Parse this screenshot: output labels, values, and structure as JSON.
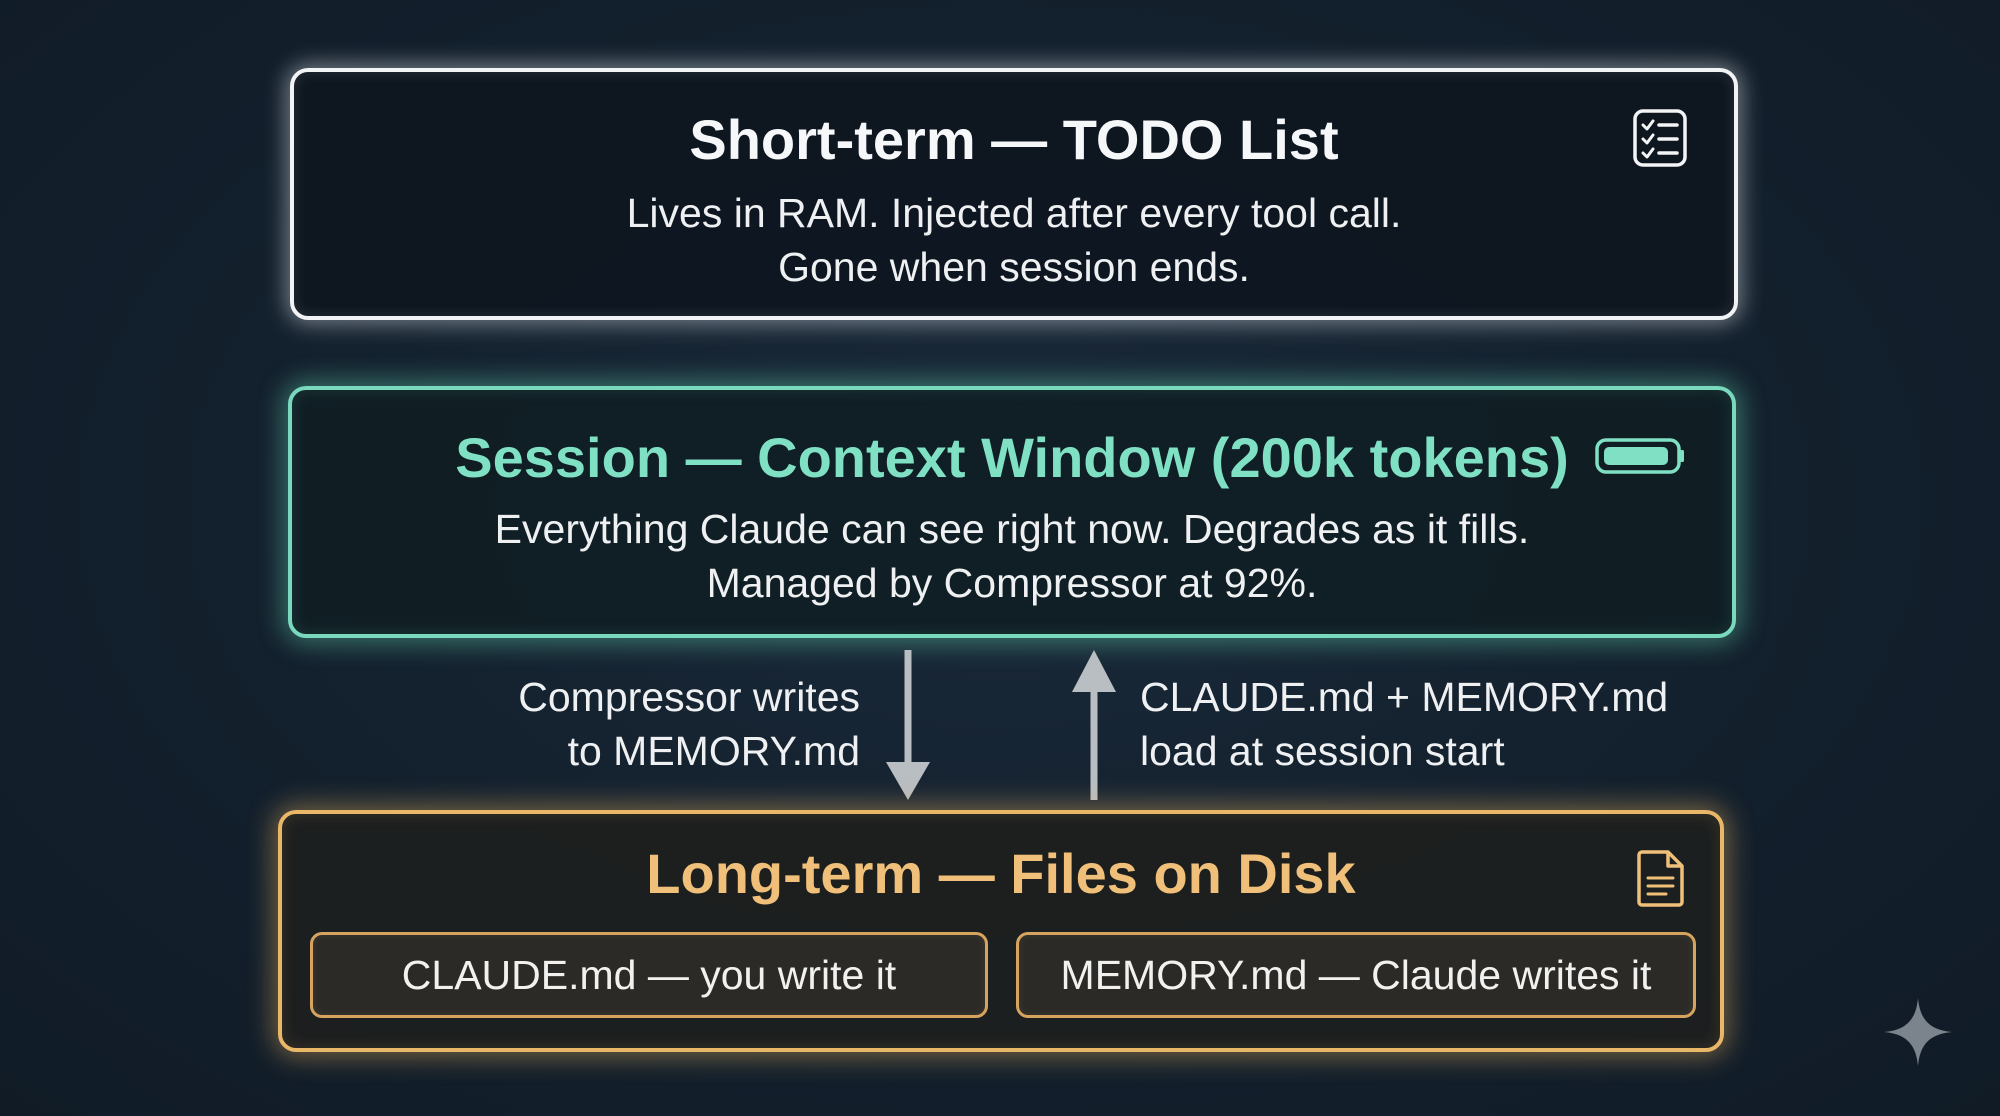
{
  "short_term": {
    "title": "Short-term — TODO List",
    "line1": "Lives in RAM. Injected after every tool call.",
    "line2": "Gone when session ends.",
    "icon": "checklist-icon",
    "color": "#f1f3f5"
  },
  "session": {
    "title": "Session — Context Window (200k tokens)",
    "line1": "Everything Claude can see right now. Degrades as it fills.",
    "line2": "Managed by Compressor at 92%.",
    "icon": "battery-icon",
    "color": "#7ad9bd"
  },
  "flow": {
    "down_line1": "Compressor writes",
    "down_line2": "to MEMORY.md",
    "up_line1": "CLAUDE.md + MEMORY.md",
    "up_line2": "load at session start",
    "arrow_color": "#b9bec3"
  },
  "long_term": {
    "title": "Long-term — Files on Disk",
    "icon": "document-icon",
    "color": "#e9b768",
    "files": [
      {
        "label": "CLAUDE.md — you write it"
      },
      {
        "label": "MEMORY.md — Claude writes it"
      }
    ]
  },
  "watermark": {
    "icon": "sparkle-icon"
  }
}
